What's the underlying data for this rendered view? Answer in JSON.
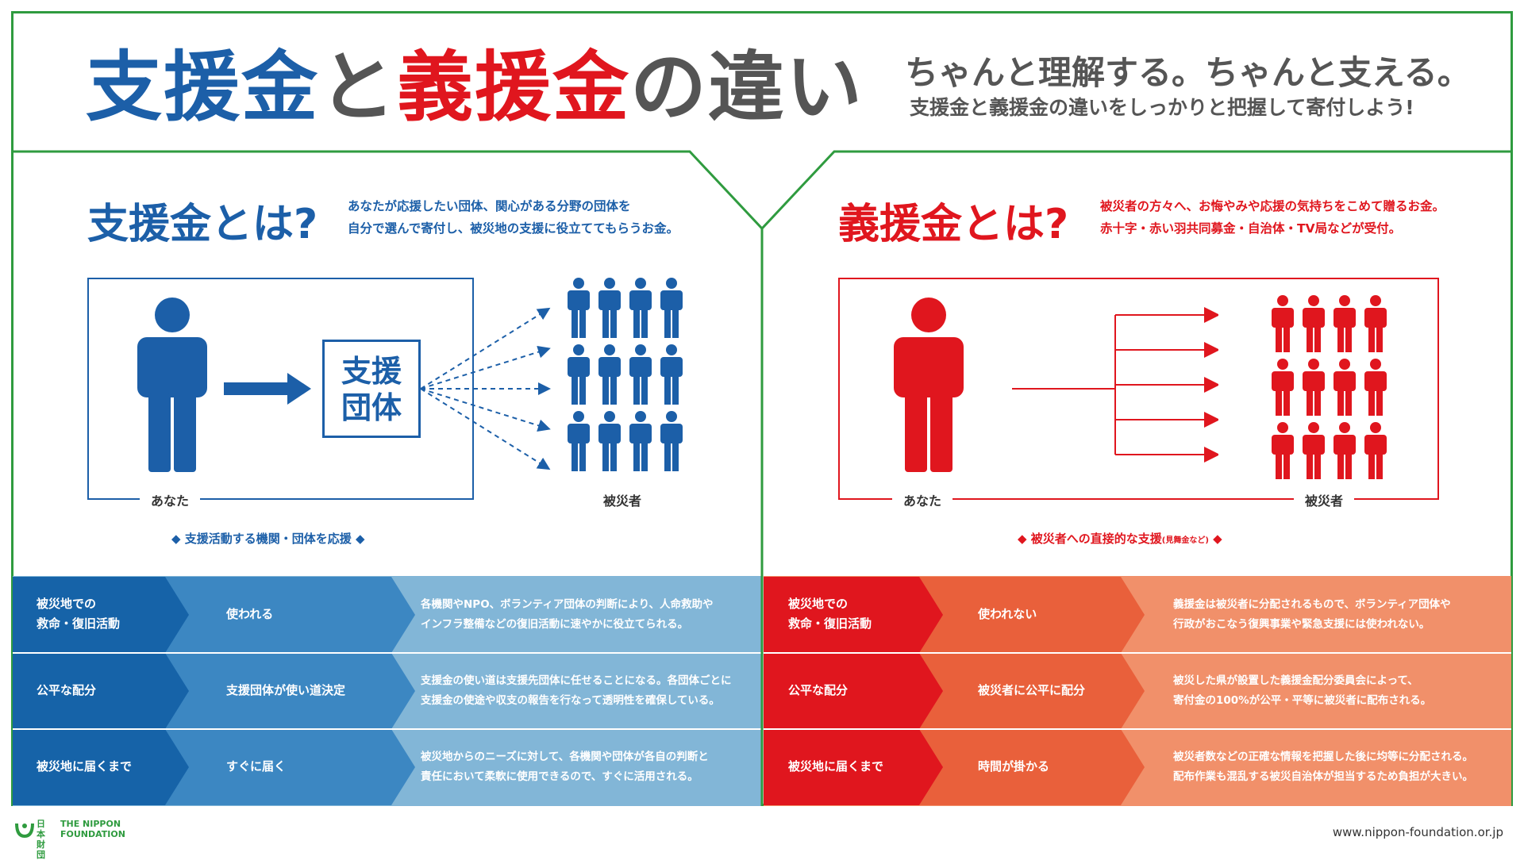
{
  "header": {
    "title_part1": "支援金",
    "title_part2": "と",
    "title_part3": "義援金",
    "title_part4": "の違い",
    "tagline": "ちゃんと理解する。ちゃんと支える。",
    "subtagline": "支援金と義援金の違いをしっかりと把握して寄付しよう!"
  },
  "left": {
    "title": "支援金とは?",
    "desc_line1": "あなたが応援したい団体、関心がある分野の団体を",
    "desc_line2": "自分で選んで寄付し、被災地の支援に役立ててもらうお金。",
    "org_line1": "支援",
    "org_line2": "団体",
    "you_label": "あなた",
    "victims_label": "被災者",
    "summary": "◆ 支援活動する機関・団体を応援 ◆",
    "rows": [
      {
        "label_line1": "被災地での",
        "label_line2": "救命・復旧活動",
        "value": "使われる",
        "detail_line1": "各機関やNPO、ボランティア団体の判断により、人命救助や",
        "detail_line2": "インフラ整備などの復旧活動に速やかに役立てられる。"
      },
      {
        "label_line1": "公平な配分",
        "label_line2": "",
        "value": "支援団体が使い道決定",
        "detail_line1": "支援金の使い道は支援先団体に任せることになる。各団体ごとに",
        "detail_line2": "支援金の使途や収支の報告を行なって透明性を確保している。"
      },
      {
        "label_line1": "被災地に届くまで",
        "label_line2": "",
        "value": "すぐに届く",
        "detail_line1": "被災地からのニーズに対して、各機関や団体が各自の判断と",
        "detail_line2": "責任において柔軟に使用できるので、すぐに活用される。"
      }
    ]
  },
  "right": {
    "title": "義援金とは?",
    "desc_line1": "被災者の方々へ、お悔やみや応援の気持ちをこめて贈るお金。",
    "desc_line2": "赤十字・赤い羽共同募金・自治体・TV局などが受付。",
    "you_label": "あなた",
    "victims_label": "被災者",
    "summary_main": "◆ 被災者への直接的な支援",
    "summary_small": "(見舞金など)",
    "summary_end": " ◆",
    "rows": [
      {
        "label_line1": "被災地での",
        "label_line2": "救命・復旧活動",
        "value": "使われない",
        "detail_line1": "義援金は被災者に分配されるもので、ボランティア団体や",
        "detail_line2": "行政がおこなう復興事業や緊急支援には使われない。"
      },
      {
        "label_line1": "公平な配分",
        "label_line2": "",
        "value": "被災者に公平に配分",
        "detail_line1": "被災した県が設置した義援金配分委員会によって、",
        "detail_line2": "寄付金の100%が公平・平等に被災者に配布される。"
      },
      {
        "label_line1": "被災地に届くまで",
        "label_line2": "",
        "value": "時間が掛かる",
        "detail_line1": "被災者数などの正確な情報を把握した後に均等に分配される。",
        "detail_line2": "配布作業も混乱する被災自治体が担当するため負担が大きい。"
      }
    ]
  },
  "footer": {
    "logo_jp1": "日本",
    "logo_jp2": "財団",
    "logo_en1": "THE NIPPON",
    "logo_en2": "FOUNDATION",
    "url": "www.nippon-foundation.or.jp"
  },
  "colors": {
    "blue": "#1c5fa8",
    "red": "#e0161e",
    "green": "#2f9b3f",
    "gray": "#555555"
  },
  "icons": [
    "person-icon",
    "arrow-right-icon",
    "crowd-icon",
    "logo-icon"
  ]
}
